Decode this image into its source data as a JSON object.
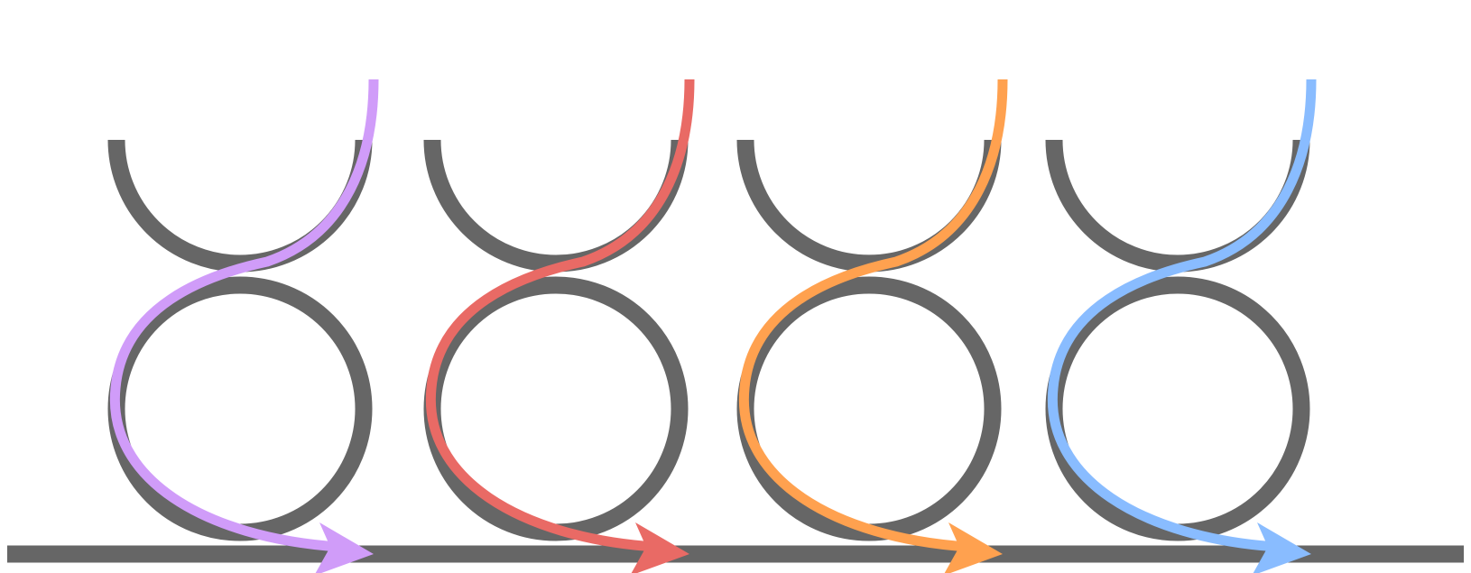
{
  "diagram": {
    "colors": {
      "background": "#ffffff",
      "rail": "#666666",
      "rings": "#666666"
    },
    "units": [
      {
        "id": "unit-1",
        "flow_color": "#d09cf9"
      },
      {
        "id": "unit-2",
        "flow_color": "#e96a65"
      },
      {
        "id": "unit-3",
        "flow_color": "#ffa14f"
      },
      {
        "id": "unit-4",
        "flow_color": "#89bcff"
      }
    ]
  }
}
